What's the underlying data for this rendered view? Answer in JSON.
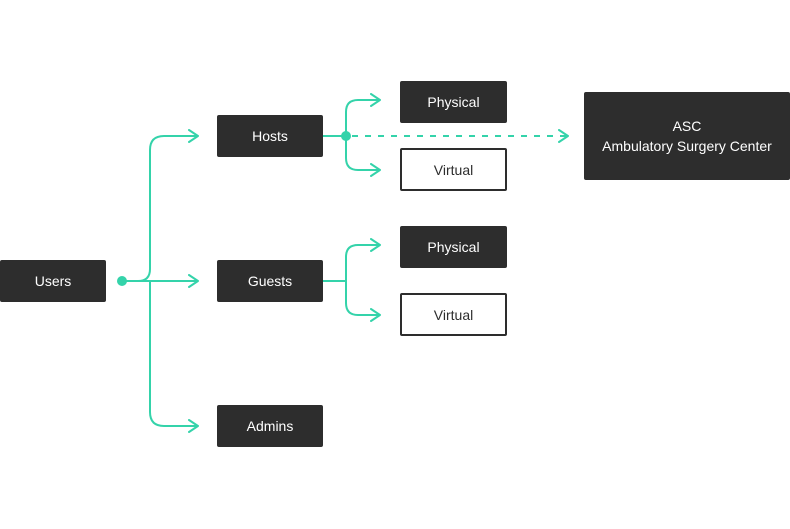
{
  "diagram": {
    "accent_color": "#34d3aa",
    "node_color": "#2d2d2d",
    "nodes": {
      "users": "Users",
      "hosts": "Hosts",
      "guests": "Guests",
      "admins": "Admins",
      "hosts_physical": "Physical",
      "hosts_virtual": "Virtual",
      "guests_physical": "Physical",
      "guests_virtual": "Virtual",
      "asc_abbr": "ASC",
      "asc_full": "Ambulatory Surgery Center"
    },
    "edges": [
      {
        "from": "users",
        "to": "hosts",
        "style": "solid"
      },
      {
        "from": "users",
        "to": "guests",
        "style": "solid"
      },
      {
        "from": "users",
        "to": "admins",
        "style": "solid"
      },
      {
        "from": "hosts",
        "to": "hosts_physical",
        "style": "solid"
      },
      {
        "from": "hosts",
        "to": "hosts_virtual",
        "style": "solid"
      },
      {
        "from": "guests",
        "to": "guests_physical",
        "style": "solid"
      },
      {
        "from": "guests",
        "to": "guests_virtual",
        "style": "solid"
      },
      {
        "from": "hosts",
        "to": "asc",
        "style": "dashed"
      }
    ]
  }
}
